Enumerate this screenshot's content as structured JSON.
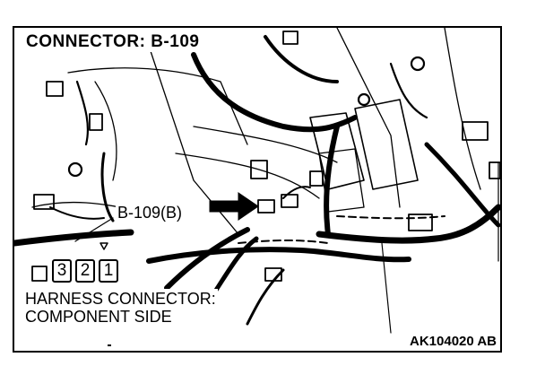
{
  "title": "CONNECTOR: B-109",
  "callout_label": "B-109(B)",
  "pins": [
    "3",
    "2",
    "1"
  ],
  "caption_line1": "HARNESS CONNECTOR:",
  "caption_line2": "COMPONENT SIDE",
  "figure_id": "AK104020 AB",
  "colors": {
    "ink": "#000000",
    "paper": "#ffffff"
  }
}
